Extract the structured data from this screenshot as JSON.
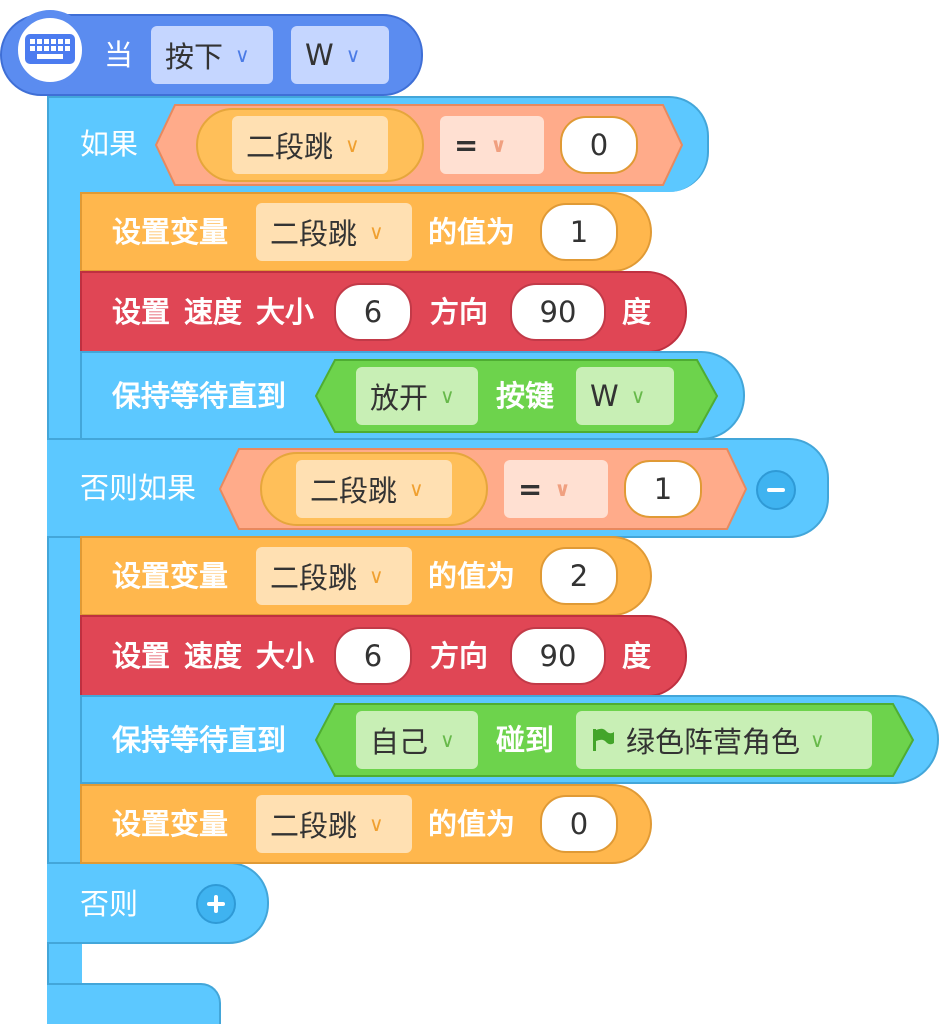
{
  "hat": {
    "label": "当",
    "event_value": "按下",
    "key_value": "W",
    "icon": "keyboard-icon",
    "color": "#5b8cf0"
  },
  "if_block": {
    "label": "如果",
    "cond": {
      "var": "二段跳",
      "op": "=",
      "value": "0"
    }
  },
  "branch1": {
    "set_var": {
      "label": "设置变量",
      "var": "二段跳",
      "mid": "的值为",
      "value": "1"
    },
    "speed": {
      "label1": "设置",
      "label2": "速度",
      "label3": "大小",
      "size": "6",
      "dir_label": "方向",
      "dir": "90",
      "unit": "度"
    },
    "wait": {
      "label": "保持等待直到",
      "action": "放开",
      "key_label": "按键",
      "key": "W"
    }
  },
  "elseif_block": {
    "label": "否则如果",
    "cond": {
      "var": "二段跳",
      "op": "=",
      "value": "1"
    },
    "remove_icon": "minus-icon"
  },
  "branch2": {
    "set_var": {
      "label": "设置变量",
      "var": "二段跳",
      "mid": "的值为",
      "value": "2"
    },
    "speed": {
      "label1": "设置",
      "label2": "速度",
      "label3": "大小",
      "size": "6",
      "dir_label": "方向",
      "dir": "90",
      "unit": "度"
    },
    "wait": {
      "label": "保持等待直到",
      "target": "自己",
      "touch_label": "碰到",
      "object": "绿色阵营角色",
      "object_icon": "flag-icon"
    },
    "set_var2": {
      "label": "设置变量",
      "var": "二段跳",
      "mid": "的值为",
      "value": "0"
    }
  },
  "else_block": {
    "label": "否则",
    "add_icon": "plus-icon"
  },
  "colors": {
    "control": "#5cc8ff",
    "variable": "#ffb74d",
    "motion": "#e04655",
    "sensing": "#6dd34c",
    "operator": "#ffab8a"
  }
}
